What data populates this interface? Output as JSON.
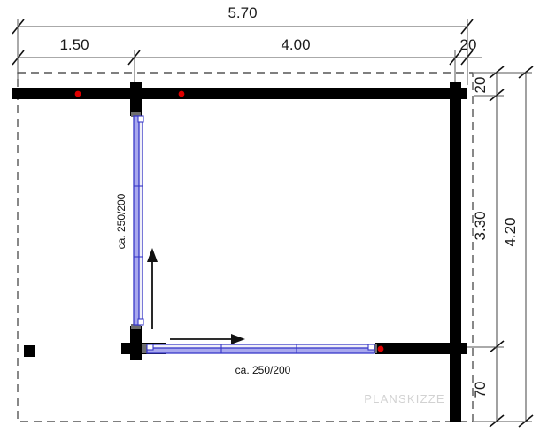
{
  "drawing": {
    "type": "architectural-floor-plan-sketch",
    "watermark": "PLANSKIZZE"
  },
  "dimensions": {
    "top_overall": "5.70",
    "top_chain": [
      "1.50",
      "4.00",
      "20"
    ],
    "right_overall": "4.20",
    "right_chain": [
      "20",
      "3.30",
      "70"
    ]
  },
  "labels": {
    "door_vertical": "ca. 250/200",
    "door_horizontal": "ca. 250/200"
  },
  "colors": {
    "wall": "#000000",
    "door": "#3838c8",
    "door_light": "#8a8ae6",
    "marker": "#e00000",
    "dimension_line": "#555555",
    "outline_dash": "#555555",
    "watermark": "#d2d2d2"
  }
}
